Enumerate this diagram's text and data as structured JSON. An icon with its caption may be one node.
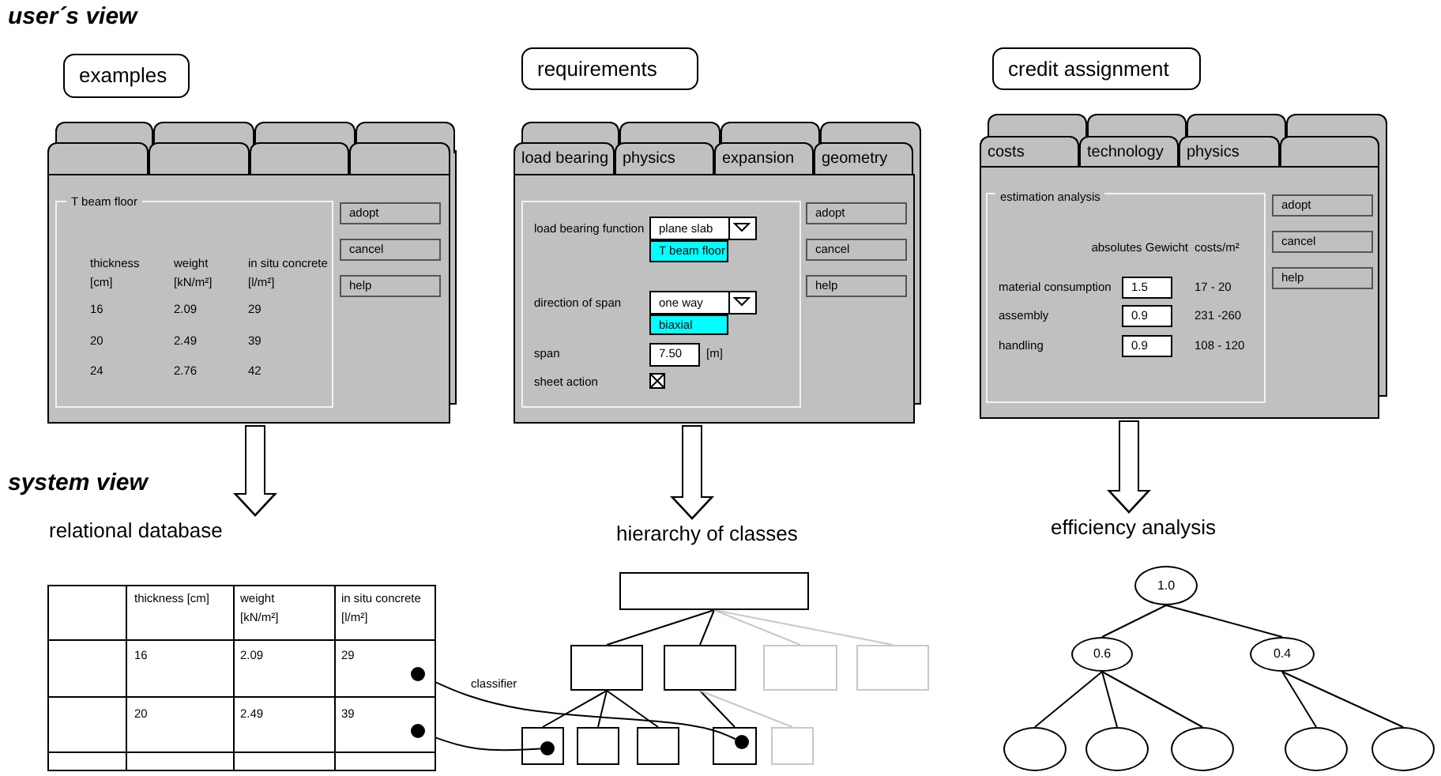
{
  "diagram": {
    "nodes": [
      {
        "text": [
          "examples"
        ]
      },
      {
        "text": [
          "requirements"
        ]
      },
      {
        "text": [
          "credit assignment"
        ]
      },
      {
        "text": [],
        "shape": "box"
      },
      {
        "text": [],
        "shape": "tab"
      },
      {
        "text": [],
        "shape": "tab"
      },
      {
        "text": [],
        "shape": "tab"
      },
      {
        "text": [],
        "shape": "tab"
      },
      {
        "text": [],
        "shape": "tab"
      },
      {
        "text": [],
        "shape": "tab"
      },
      {
        "text": [],
        "shape": "tab"
      },
      {
        "text": [],
        "shape": "tab"
      },
      {
        "text": [
          "T beam floor",
          "thickness [cm]",
          "weight [kN/m²]",
          "in situ concrete [l/m²]",
          "16",
          "2.09",
          "29",
          "20",
          "2.49",
          "39",
          "24",
          "2.76",
          "42"
        ],
        "in": 3
      },
      {
        "text": [
          "adopt"
        ],
        "in": 3
      },
      {
        "text": [
          "cancel"
        ],
        "in": 3
      },
      {
        "text": [
          "help"
        ],
        "in": 3
      },
      {
        "text": [],
        "shape": "box"
      },
      {
        "text": [],
        "shape": "tab"
      },
      {
        "text": [],
        "shape": "tab"
      },
      {
        "text": [],
        "shape": "tab"
      },
      {
        "text": [],
        "shape": "tab"
      },
      {
        "text": [
          "load bearing"
        ]
      },
      {
        "text": [
          "physics"
        ]
      },
      {
        "text": [
          "expansion"
        ]
      },
      {
        "text": [
          "geometry"
        ]
      },
      {
        "text": [
          "load bearing function",
          "direction of span",
          "span",
          "[m]",
          "sheet action"
        ],
        "in": 16
      },
      {
        "text": [
          "plane slab"
        ],
        "in": 25
      },
      {
        "text": [
          "T beam floor"
        ],
        "in": 25
      },
      {
        "text": [
          "one way"
        ],
        "in": 25
      },
      {
        "text": [
          "biaxial"
        ],
        "in": 25
      },
      {
        "text": [
          "7.50"
        ],
        "in": 25
      },
      {
        "text": [
          "adopt"
        ],
        "in": 16
      },
      {
        "text": [
          "cancel"
        ],
        "in": 16
      },
      {
        "text": [
          "help"
        ],
        "in": 16
      },
      {
        "text": [],
        "shape": "box"
      },
      {
        "text": [],
        "shape": "tab"
      },
      {
        "text": [],
        "shape": "tab"
      },
      {
        "text": [],
        "shape": "tab"
      },
      {
        "text": [],
        "shape": "tab"
      },
      {
        "text": [
          "costs"
        ]
      },
      {
        "text": [
          "technology"
        ]
      },
      {
        "text": [
          "physics"
        ]
      },
      {
        "text": [],
        "shape": "tab"
      },
      {
        "text": [
          "estimation analysis",
          "absolutes Gewicht",
          "costs/m²",
          "material consumption",
          "17 - 20",
          "assembly",
          "231 -260",
          "handling",
          "108 - 120"
        ],
        "in": 34
      },
      {
        "text": [
          "1.5"
        ],
        "in": 43
      },
      {
        "text": [
          "0.9"
        ],
        "in": 43
      },
      {
        "text": [
          "0.9"
        ],
        "in": 43
      },
      {
        "text": [
          "adopt"
        ],
        "in": 34
      },
      {
        "text": [
          "cancel"
        ],
        "in": 34
      },
      {
        "text": [
          "help"
        ],
        "in": 34
      },
      {
        "text": [
          "relational database"
        ]
      },
      {
        "text": [
          "hierarchy of classes"
        ]
      },
      {
        "text": [
          "efficiency analysis"
        ]
      },
      {
        "text": [
          "thickness [cm]",
          "weight [kN/m²]",
          "in situ concrete [l/m²]",
          "16",
          "2.09",
          "29",
          "20",
          "2.49",
          "39"
        ]
      },
      {
        "text": [],
        "shape": "circle",
        "in": 53
      },
      {
        "text": [],
        "shape": "circle",
        "in": 53
      },
      {
        "text": [],
        "shape": "box"
      },
      {
        "text": [],
        "shape": "box"
      },
      {
        "text": [],
        "shape": "box"
      },
      {
        "text": [],
        "shape": "box"
      },
      {
        "text": [],
        "shape": "box"
      },
      {
        "text": [],
        "shape": "box"
      },
      {
        "text": [],
        "shape": "box"
      },
      {
        "text": [],
        "shape": "box"
      },
      {
        "text": [],
        "shape": "box"
      },
      {
        "text": [],
        "shape": "box"
      },
      {
        "text": [],
        "shape": "circle",
        "in": 61
      },
      {
        "text": [],
        "shape": "circle",
        "in": 64
      },
      {
        "text": [
          "1.0"
        ]
      },
      {
        "text": [
          "0.6"
        ]
      },
      {
        "text": [
          "0.4"
        ]
      },
      {
        "text": [],
        "shape": "ellipse"
      },
      {
        "text": [],
        "shape": "ellipse"
      },
      {
        "text": [],
        "shape": "ellipse"
      },
      {
        "text": [],
        "shape": "ellipse"
      },
      {
        "text": [],
        "shape": "ellipse"
      }
    ],
    "edges": [
      {
        "from": 3,
        "to": 50,
        "arrow": "to",
        "style": "thick"
      },
      {
        "from": 16,
        "to": 51,
        "arrow": "to",
        "style": "thick"
      },
      {
        "from": 34,
        "to": 52,
        "arrow": "to",
        "style": "thick"
      },
      {
        "from": 56,
        "to": 57,
        "arrow": "none"
      },
      {
        "from": 56,
        "to": 58,
        "arrow": "none"
      },
      {
        "from": 56,
        "to": 59,
        "arrow": "none",
        "color": "#c8c8c8"
      },
      {
        "from": 56,
        "to": 60,
        "arrow": "none",
        "color": "#c8c8c8"
      },
      {
        "from": 57,
        "to": 61,
        "arrow": "none"
      },
      {
        "from": 57,
        "to": 62,
        "arrow": "none"
      },
      {
        "from": 57,
        "to": 63,
        "arrow": "none"
      },
      {
        "from": 58,
        "to": 64,
        "arrow": "none"
      },
      {
        "from": 58,
        "to": 65,
        "arrow": "none",
        "color": "#c8c8c8"
      },
      {
        "from": 54,
        "to": 67,
        "arrow": "none",
        "label": "classifier"
      },
      {
        "from": 55,
        "to": 66,
        "arrow": "none"
      },
      {
        "from": 68,
        "to": 69,
        "arrow": "none"
      },
      {
        "from": 68,
        "to": 70,
        "arrow": "none"
      },
      {
        "from": 69,
        "to": 71,
        "arrow": "none"
      },
      {
        "from": 69,
        "to": 72,
        "arrow": "none"
      },
      {
        "from": 69,
        "to": 73,
        "arrow": "none"
      },
      {
        "from": 70,
        "to": 74,
        "arrow": "none"
      },
      {
        "from": 70,
        "to": 75,
        "arrow": "none"
      }
    ],
    "labels": [
      "user´s view",
      "system view"
    ]
  }
}
